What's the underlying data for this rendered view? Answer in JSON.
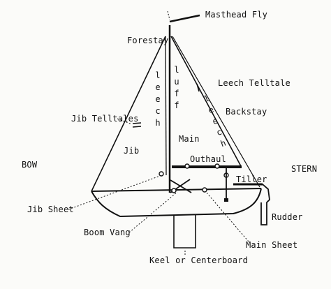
{
  "diagram": {
    "labels": {
      "masthead_fly": "Masthead Fly",
      "forestay": "Forestay",
      "leech_telltale": "Leech Telltale",
      "jib_telltales": "Jib Telltales",
      "backstay": "Backstay",
      "main": "Main",
      "jib": "Jib",
      "outhaul": "Outhaul",
      "bow": "BOW",
      "stern": "STERN",
      "tiller": "Tiller",
      "jib_sheet": "Jib Sheet",
      "rudder": "Rudder",
      "main_sheet": "Main Sheet",
      "boom_vang": "Boom Vang",
      "keel": "Keel or Centerboard"
    },
    "sail_words": {
      "jib_leech": "leech",
      "main_luff": "luff",
      "main_leech": "leech"
    }
  }
}
